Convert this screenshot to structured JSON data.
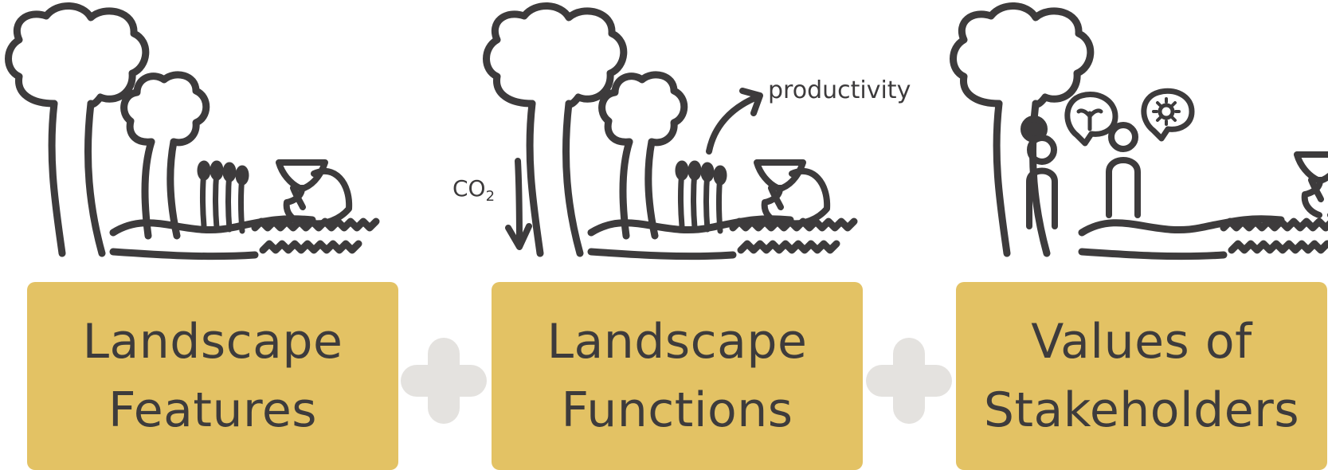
{
  "panels": [
    {
      "line1": "Landscape",
      "line2": "Features"
    },
    {
      "line1": "Landscape",
      "line2": "Functions"
    },
    {
      "line1": "Values of",
      "line2": "Stakeholders"
    }
  ],
  "annotations": {
    "productivity": "productivity",
    "co2": "CO",
    "co2_subscript": "2"
  },
  "colors": {
    "box_fill": "#e3c264",
    "plus_fill": "#e4e2df",
    "ink": "#3d3b3c"
  },
  "icons": [
    "tree-icon",
    "plant-icon",
    "flower-icon",
    "grass-icon",
    "person-icon",
    "speech-bubble-icon",
    "arrow-icon"
  ]
}
